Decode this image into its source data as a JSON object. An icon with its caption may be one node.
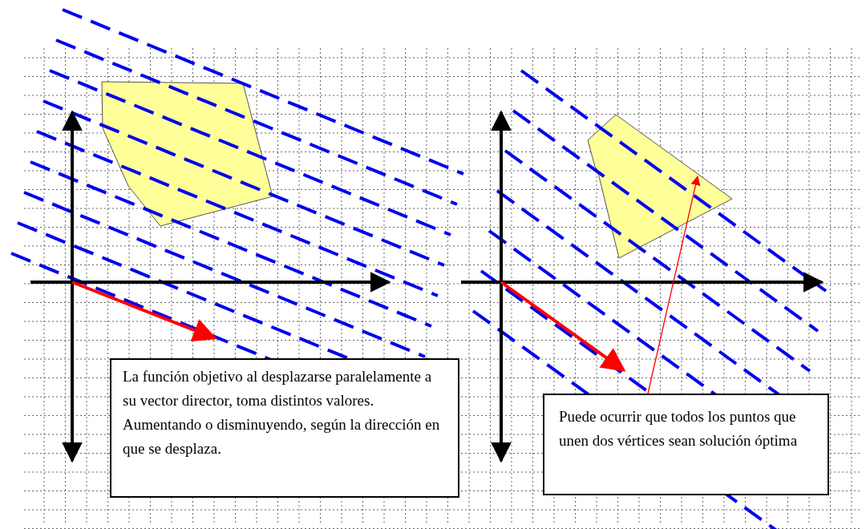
{
  "diagram": {
    "nodes": [
      {
        "text": [
          "La función objetivo al desplazarse paralelamente a su vector director, toma distintos valores. Aumentando o disminuyendo, según la dirección en que se desplaza."
        ]
      },
      {
        "text": [
          "Puede ocurrir que todos los puntos que unen dos vértices sean solución óptima"
        ]
      },
      {
        "text": [],
        "shape": "polygon"
      },
      {
        "text": [],
        "shape": "polygon"
      }
    ],
    "edges": [
      {
        "from": 1,
        "to": 3,
        "arrow": "to"
      }
    ]
  }
}
